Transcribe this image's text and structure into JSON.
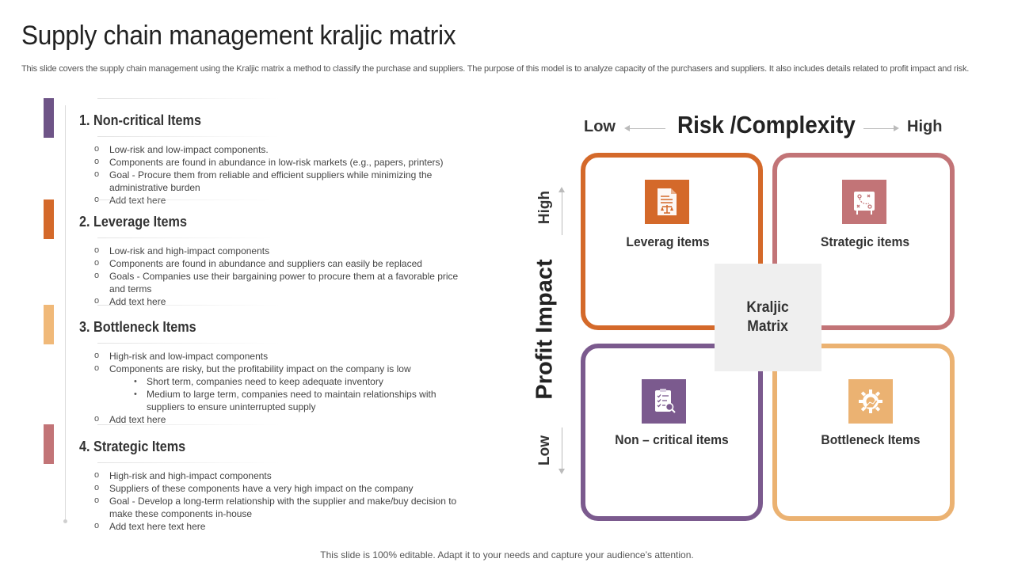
{
  "page": {
    "title": "Supply chain management kraljic matrix",
    "description": "This slide covers the supply chain management using the Kraljic matrix a method to classify the purchase and suppliers. The purpose of this model is to analyze capacity of the purchasers and suppliers. It also includes details related to profit impact and risk.",
    "footer": "This slide is 100% editable. Adapt it to your needs and capture your audience’s attention."
  },
  "sections": [
    {
      "heading": "1. Non-critical Items",
      "color": "#6e5487",
      "bullets": [
        {
          "text": "Low-risk and low-impact components."
        },
        {
          "text": "Components are found in abundance in low-risk markets (e.g.,  papers, printers)"
        },
        {
          "text": "Goal - Procure them from reliable and efficient suppliers while minimizing the administrative burden"
        },
        {
          "text": "Add text here"
        }
      ]
    },
    {
      "heading": "2. Leverage Items",
      "color": "#d4692a",
      "bullets": [
        {
          "text": "Low-risk and high-impact components"
        },
        {
          "text": "Components are found in abundance and suppliers can easily be replaced"
        },
        {
          "text": "Goals - Companies use their bargaining power to procure them at a favorable price and terms"
        },
        {
          "text": "Add text here"
        }
      ]
    },
    {
      "heading": "3. Bottleneck Items",
      "color": "#f0b979",
      "bullets": [
        {
          "text": "High-risk and low-impact components"
        },
        {
          "text": "Components are risky,  but the profitability impact on the company is low"
        },
        {
          "text": "Short term,  companies need to keep adequate inventory",
          "sub": true
        },
        {
          "text": "Medium to large term, companies need to maintain relationships with suppliers to ensure uninterrupted supply",
          "sub": true
        },
        {
          "text": "Add text here"
        }
      ]
    },
    {
      "heading": "4. Strategic Items",
      "color": "#c27477",
      "bullets": [
        {
          "text": "High-risk and high-impact components"
        },
        {
          "text": "Suppliers of these components have a very high impact on the company"
        },
        {
          "text": "Goal - Develop a long-term relationship with the supplier and make/buy decision to make these components in-house"
        },
        {
          "text": "Add text here text here"
        }
      ]
    }
  ],
  "matrix": {
    "x_axis": {
      "title": "Risk /Complexity",
      "low": "Low",
      "high": "High"
    },
    "y_axis": {
      "title": "Profit Impact",
      "low": "Low",
      "high": "High"
    },
    "center": "Kraljic\nMatrix",
    "quadrants": {
      "leverage": {
        "label": "Leverag items",
        "color": "#d4692a",
        "icon": "document-scale-icon"
      },
      "strategic": {
        "label": "Strategic items",
        "color": "#c27477",
        "icon": "strategy-board-icon"
      },
      "noncritical": {
        "label": "Non – critical  items",
        "color": "#7b5a8e",
        "icon": "checklist-magnifier-icon"
      },
      "bottleneck": {
        "label": "Bottleneck Items",
        "color": "#ebb272",
        "icon": "gear-hand-icon"
      }
    }
  }
}
